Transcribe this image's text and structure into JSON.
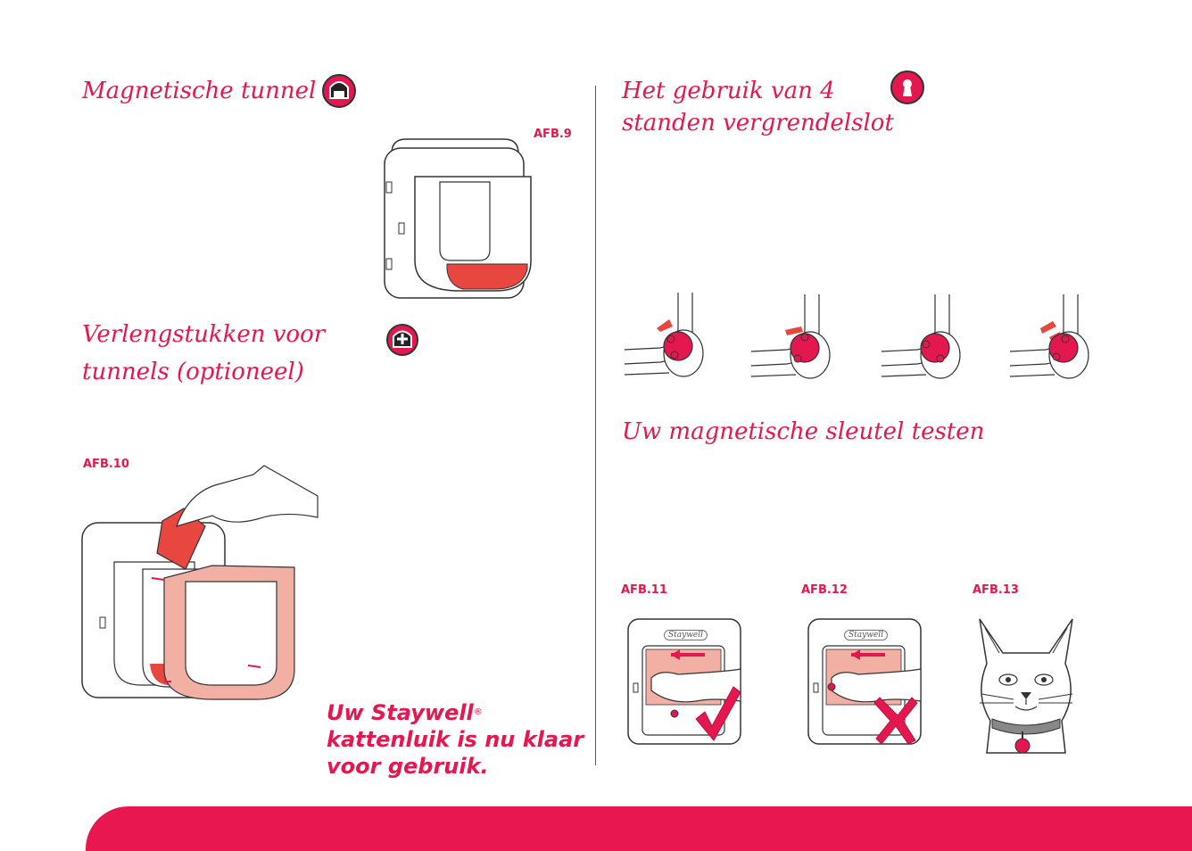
{
  "left": {
    "heading_tunnel": "Magnetische tunnel",
    "heading_ext_line1": "Verlengstukken voor",
    "heading_ext_line2": "tunnels (optioneel)",
    "fig9_label": "AFB.9",
    "fig10_label": "AFB.10",
    "final_line1": "Uw Staywell",
    "final_reg": "®",
    "final_line2": "kattenluik is nu klaar",
    "final_line3": "voor gebruik."
  },
  "right": {
    "heading_lock_line1": "Het gebruik van 4",
    "heading_lock_line2": "standen vergrendelslot",
    "heading_test": "Uw magnetische sleutel testen",
    "fig11_label": "AFB.11",
    "fig12_label": "AFB.12",
    "fig13_label": "AFB.13",
    "brand_small": "Staywell"
  },
  "icons": {
    "tunnel": "tunnel-icon",
    "extension": "extension-plus-icon",
    "lock": "keyhole-icon",
    "check": "check-icon",
    "cross": "cross-icon"
  },
  "colors": {
    "accent": "#e4174f",
    "fill_light": "#f2b0a5",
    "fill_red": "#e8473f"
  }
}
